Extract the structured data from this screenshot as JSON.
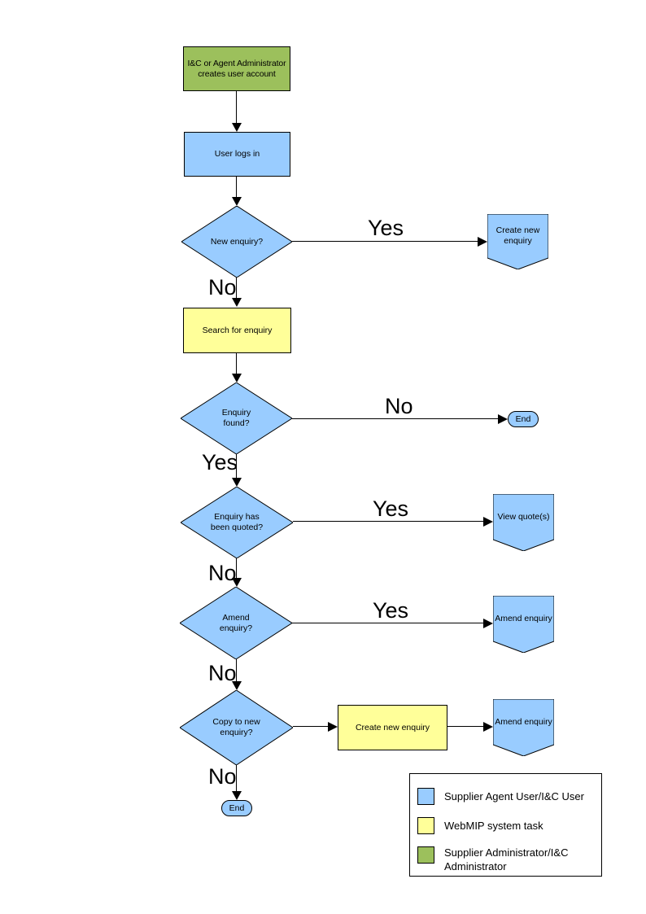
{
  "colors": {
    "user_task_blue": "#99CCFF",
    "system_task_yellow": "#FFFF99",
    "admin_green": "#9CC05C",
    "outline": "#000000"
  },
  "nodes": {
    "admin": {
      "label": "I&C or Agent Administrator creates user account"
    },
    "login": {
      "label": "User logs in"
    },
    "new_enquiry": {
      "label": "New enquiry?"
    },
    "create_new_top": {
      "label": "Create new enquiry"
    },
    "search": {
      "label": "Search for enquiry"
    },
    "found": {
      "label": "Enquiry found?"
    },
    "end1": {
      "label": "End"
    },
    "quoted": {
      "label": "Enquiry has been quoted?"
    },
    "view_quotes": {
      "label": "View quote(s)"
    },
    "amend_q": {
      "label": "Amend enquiry?"
    },
    "amend1": {
      "label": "Amend enquiry"
    },
    "copy": {
      "label": "Copy to new enquiry?"
    },
    "create_new_2": {
      "label": "Create new enquiry"
    },
    "amend2": {
      "label": "Amend enquiry"
    },
    "end2": {
      "label": "End"
    }
  },
  "edges": {
    "new_enquiry_yes": "Yes",
    "new_enquiry_no": "No",
    "found_no": "No",
    "found_yes": "Yes",
    "quoted_yes": "Yes",
    "quoted_no": "No",
    "amend_yes": "Yes",
    "amend_no": "No",
    "copy_no": "No"
  },
  "legend": {
    "items": [
      {
        "color": "#99CCFF",
        "label": "Supplier Agent User/I&C User"
      },
      {
        "color": "#FFFF99",
        "label": "WebMIP system task"
      },
      {
        "color": "#9CC05C",
        "label": "Supplier Administrator/I&C Administrator"
      }
    ]
  }
}
